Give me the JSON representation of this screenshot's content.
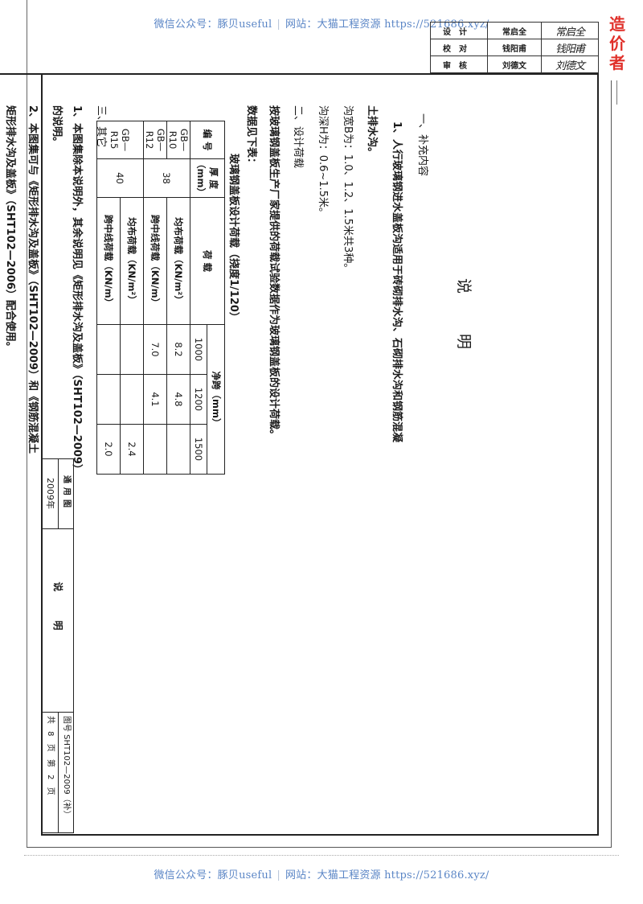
{
  "watermark": {
    "wechat": "微信公众号：豚贝useful",
    "site": "网站：大猫工程资源 https://521686.xyz/",
    "separator": "|"
  },
  "stamp": "造价者",
  "signatures": [
    {
      "role": "设计",
      "name": "常启全",
      "sign": "常启全"
    },
    {
      "role": "校对",
      "name": "钱阳甫",
      "sign": "钱阳甫"
    },
    {
      "role": "审核",
      "name": "刘德文",
      "sign": "刘德文"
    }
  ],
  "document": {
    "title": "说明",
    "section1": {
      "heading": "一、补充内容",
      "item1_line1": "1、人行玻璃钢进水盖板沟适用于砖砌排水沟、石砌排水沟和钢筋混凝",
      "item1_line2": "土排水沟。",
      "width_line": "沟宽B为：1.0、1.2、1.5米共3种。",
      "depth_line": "沟深H为：0.6~1.5米。"
    },
    "section2": {
      "heading": "二、设计荷载",
      "para_line1": "按玻璃钢盖板生产厂家提供的荷载试验数据作为玻璃钢盖板的设计荷载。",
      "para_line2": "数据见下表："
    },
    "load_table": {
      "caption": "玻璃钢盖板设计荷载（挠度1/120）",
      "headers": {
        "code": "编  号",
        "thickness": "厚 度",
        "thickness_unit": "（mm）",
        "load": "荷    载",
        "span": "净跨（mm）",
        "span_values": [
          "1000",
          "1200",
          "1500"
        ]
      },
      "rows": [
        {
          "code": "GB—R10",
          "thickness": "38",
          "load": "均布荷载（KN/m²）",
          "values": [
            "8.2",
            "4.8",
            ""
          ]
        },
        {
          "code": "GB—R12",
          "thickness": "",
          "load": "跨中线荷载（KN/m）",
          "values": [
            "7.0",
            "4.1",
            ""
          ]
        },
        {
          "code": "GB—R15",
          "thickness": "40",
          "load": "均布荷载（KN/m²）",
          "values": [
            "",
            "",
            "2.4"
          ]
        },
        {
          "code": "",
          "thickness": "",
          "load": "跨中线荷载（KN/m）",
          "values": [
            "",
            "",
            "2.0"
          ]
        }
      ]
    },
    "section3": {
      "heading": "三、其它",
      "item1_line1": "1、本图集除本说明外，其余说明见《矩形排水沟及盖板》（SHT102—2009）",
      "item1_line2": "的说明。",
      "item2_line1": "2、本图集可与《矩形排水沟及盖板》（SHT102—2009）和《钢筋混凝土",
      "item2_line2": "矩形排水沟及盖板》（SHT102—2006）配合使用。"
    }
  },
  "title_block": {
    "approval_label": "通用图",
    "year": "2009年",
    "drawing_name": "说明",
    "drawing_no": "图号 SHT102—2009（补）",
    "pages": "共 8 页 第 2 页"
  }
}
